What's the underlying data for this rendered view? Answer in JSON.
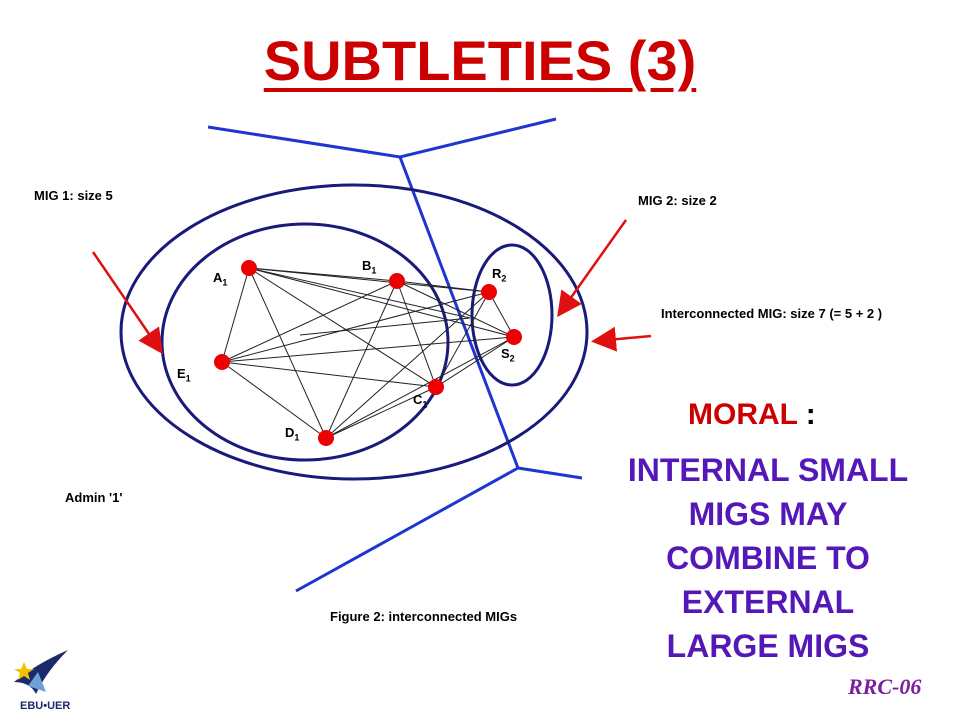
{
  "title": "SUBTLETIES (3)",
  "labels": {
    "mig1": "MIG 1: size 5",
    "mig2": "MIG 2: size 2",
    "interconnected": "Interconnected MIG: size 7 (= 5 + 2 )",
    "admin": "Admin '1'",
    "figure": "Figure 2: interconnected MIGs"
  },
  "nodes": {
    "A": {
      "letter": "A",
      "sub": "1"
    },
    "B": {
      "letter": "B",
      "sub": "1"
    },
    "R": {
      "letter": "R",
      "sub": "2"
    },
    "S": {
      "letter": "S",
      "sub": "2"
    },
    "E": {
      "letter": "E",
      "sub": "1"
    },
    "C": {
      "letter": "C",
      "sub": "1"
    },
    "D": {
      "letter": "D",
      "sub": "1"
    }
  },
  "moral": {
    "heading": "MORAL",
    "colon": ":",
    "lines": [
      "INTERNAL SMALL",
      "MIGS MAY",
      "COMBINE TO",
      "EXTERNAL",
      "LARGE MIGS"
    ]
  },
  "footer": {
    "rrc": "RRC-06",
    "logo_text": "EBU•UER"
  },
  "colors": {
    "title": "#cc0000",
    "ellipse": "#1a1a7a",
    "boundary": "#1f35d0",
    "arrow": "#e01010",
    "node": "#ee0000",
    "moral_body": "#5518b8",
    "rrc": "#7a1fa0"
  }
}
